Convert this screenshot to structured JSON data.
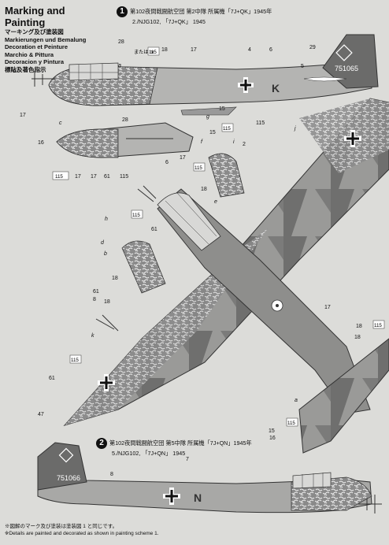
{
  "header": {
    "title": "Marking and Painting",
    "lines": [
      "マーキング及び塗装図",
      "Markierungen und Bemalung",
      "Decoration et Peinture",
      "Marchio & Pittura",
      "Decoracion y Pintura",
      "標貼及著色指示"
    ]
  },
  "scheme1": {
    "number": "1",
    "line1": "第102夜間戦闘航空団 第2中隊 所属機「7J+QK」1945年",
    "line2": "2./NJG102, 「7J+QK」 1945"
  },
  "scheme2": {
    "number": "2",
    "line1": "第102夜間戦闘航空団 第5中隊 所属機「7J+QN」1945年",
    "line2": "5./NJG102, 「7J+QN」 1945"
  },
  "tail_serials": [
    "751065",
    "751066"
  ],
  "fuselage_letters": [
    "K",
    "N"
  ],
  "footnotes": [
    "※図解のマーク及び塗装は塗装図 1 と同じです。",
    "※Details are painted and decorated as shown in painting scheme 1."
  ],
  "callouts": {
    "numbers": [
      "17",
      "28",
      "18",
      "17",
      "4",
      "6",
      "29",
      "5",
      "17",
      "15",
      "115",
      "28",
      "16",
      "17",
      "17",
      "115",
      "61",
      "15",
      "2",
      "6",
      "17",
      "18",
      "61",
      "18",
      "17",
      "61",
      "18",
      "8",
      "18",
      "15",
      "61",
      "7",
      "8",
      "47",
      "18",
      "16"
    ],
    "letters": [
      "c",
      "a",
      "f",
      "i",
      "j",
      "e",
      "d",
      "b",
      "k",
      "a",
      "h",
      "g"
    ],
    "paint_code": "115",
    "paint_or": "または or"
  }
}
